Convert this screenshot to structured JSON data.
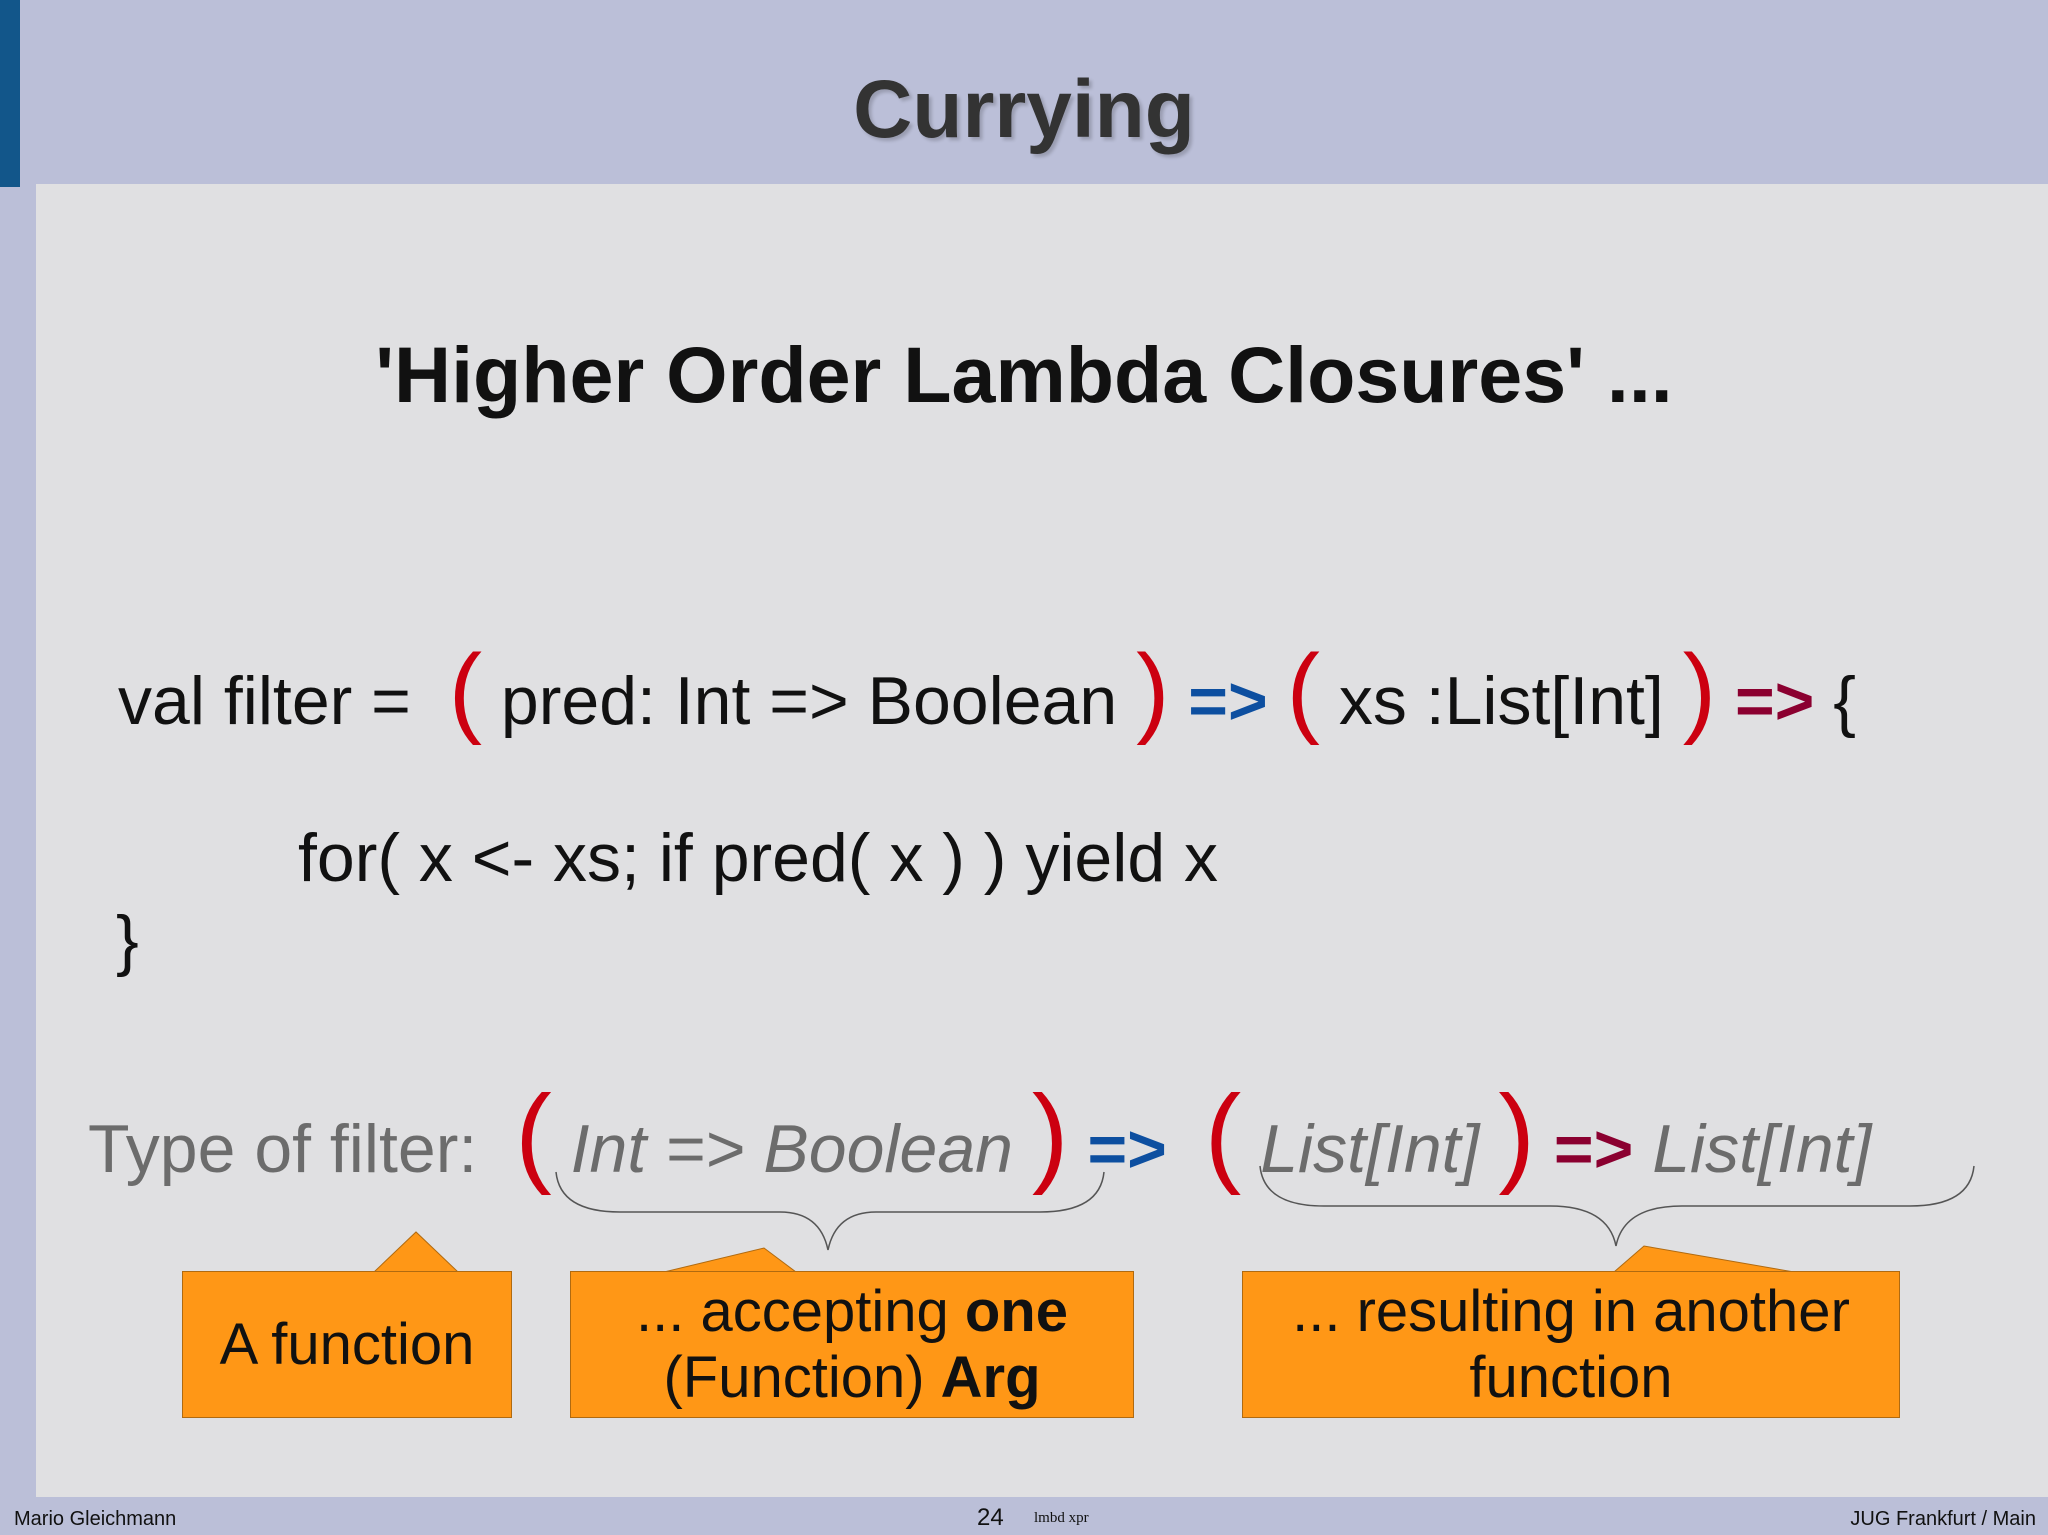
{
  "slide": {
    "title": "Currying",
    "subtitle": "'Higher Order Lambda Closures' ...",
    "code": {
      "line1": {
        "prefix": "val filter = ",
        "open1": "(",
        "arg1": "pred: Int => Boolean",
        "close1": ")",
        "arrow1": "=>",
        "open2": "(",
        "arg2": "xs :List[Int]",
        "close2": ")",
        "arrow2": "=>",
        "brace": "{"
      },
      "line2": "for( x <- xs; if pred( x ) ) yield x",
      "line3": "}"
    },
    "type_line": {
      "label": "Type of filter:",
      "open1": "(",
      "type1": "Int => Boolean",
      "close1": ")",
      "arrow1": "=>",
      "open2": "(",
      "type2": "List[Int]",
      "close2": ")",
      "arrow2": "=>",
      "result": "List[Int]"
    },
    "callouts": {
      "function": "A function",
      "accepting_pre": "... accepting ",
      "accepting_bold": "one",
      "accepting_line2_pre": "(Function) ",
      "accepting_line2_bold": "Arg",
      "resulting_line1": "... resulting in another",
      "resulting_line2": "function"
    },
    "colors": {
      "accent": "#12568a",
      "paren_red": "#cc0010",
      "arrow_blue": "#0d4fa0",
      "arrow_red": "#8b0030",
      "callout_orange": "#ff9716"
    }
  },
  "footer": {
    "author": "Mario Gleichmann",
    "page_number": "24",
    "mark": "lmbd xpr",
    "event": "JUG Frankfurt / Main"
  }
}
